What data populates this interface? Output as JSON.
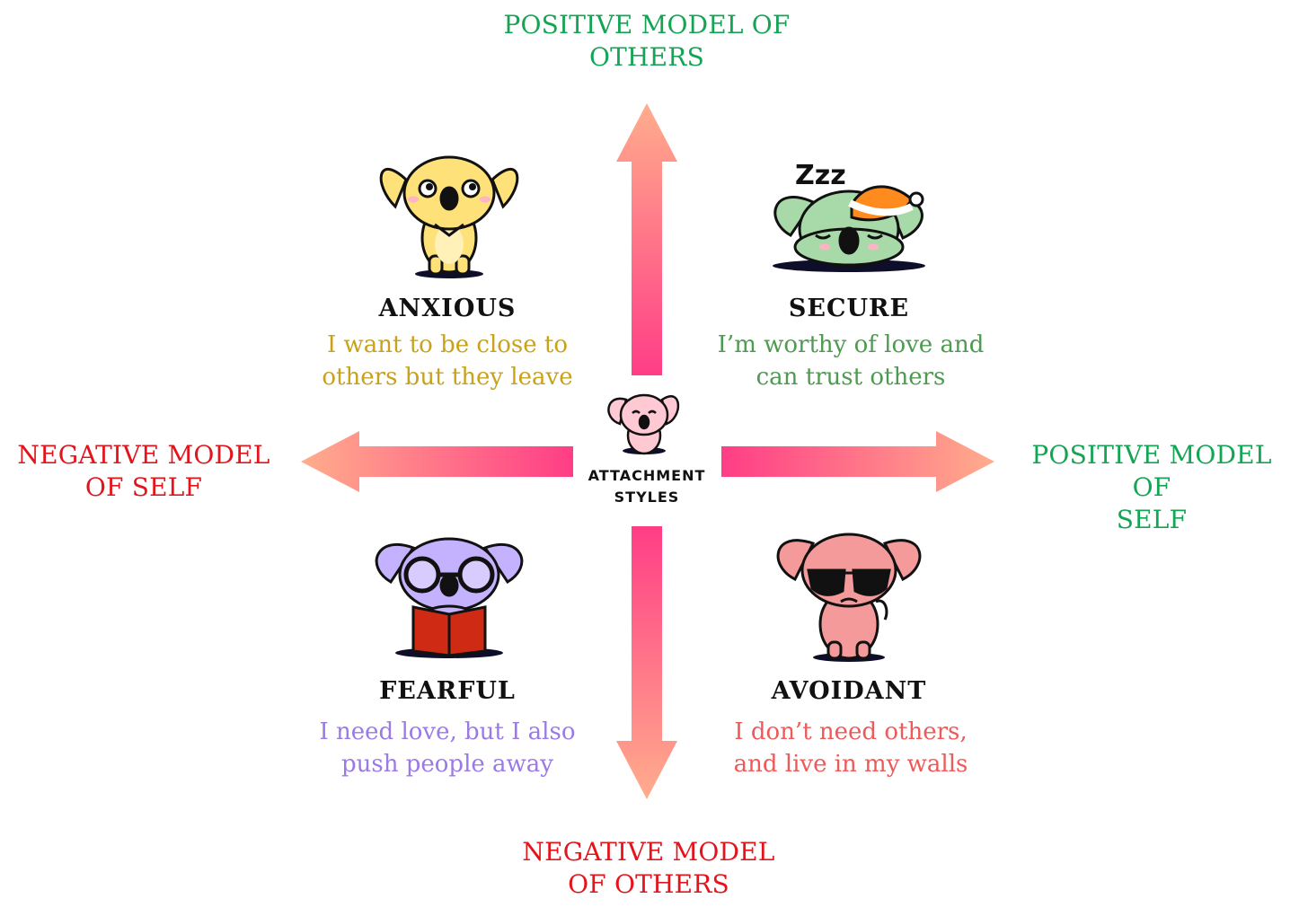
{
  "axes": {
    "top": [
      "POSITIVE MODEL OF",
      "OTHERS"
    ],
    "bottom": [
      "NEGATIVE MODEL",
      "OF OTHERS"
    ],
    "left": [
      "NEGATIVE MODEL",
      "OF SELF"
    ],
    "right": [
      "POSITIVE MODEL OF",
      "SELF"
    ]
  },
  "center": {
    "lines": [
      "ATTACHMENT",
      "STYLES"
    ]
  },
  "quadrants": {
    "anxious": {
      "title": "ANXIOUS",
      "desc": [
        "I want to be close to",
        "others but they leave"
      ]
    },
    "secure": {
      "title": "SECURE",
      "desc": [
        "I’m worthy of love and",
        "can trust others"
      ],
      "sleep_text": "Zzz"
    },
    "fearful": {
      "title": "FEARFUL",
      "desc": [
        "I need love, but I also",
        "push people away"
      ]
    },
    "avoidant": {
      "title": "AVOIDANT",
      "desc": [
        "I don’t need others,",
        "and live in my walls"
      ]
    }
  },
  "colors": {
    "positive": "#13a553",
    "negative": "#e4141c",
    "anxious": "#c9a21a",
    "secure": "#4e9a50",
    "fearful": "#9b7ae6",
    "avoidant": "#ee5a5a",
    "arrow_outer": "#ffad8c",
    "arrow_inner": "#ff3d86"
  }
}
